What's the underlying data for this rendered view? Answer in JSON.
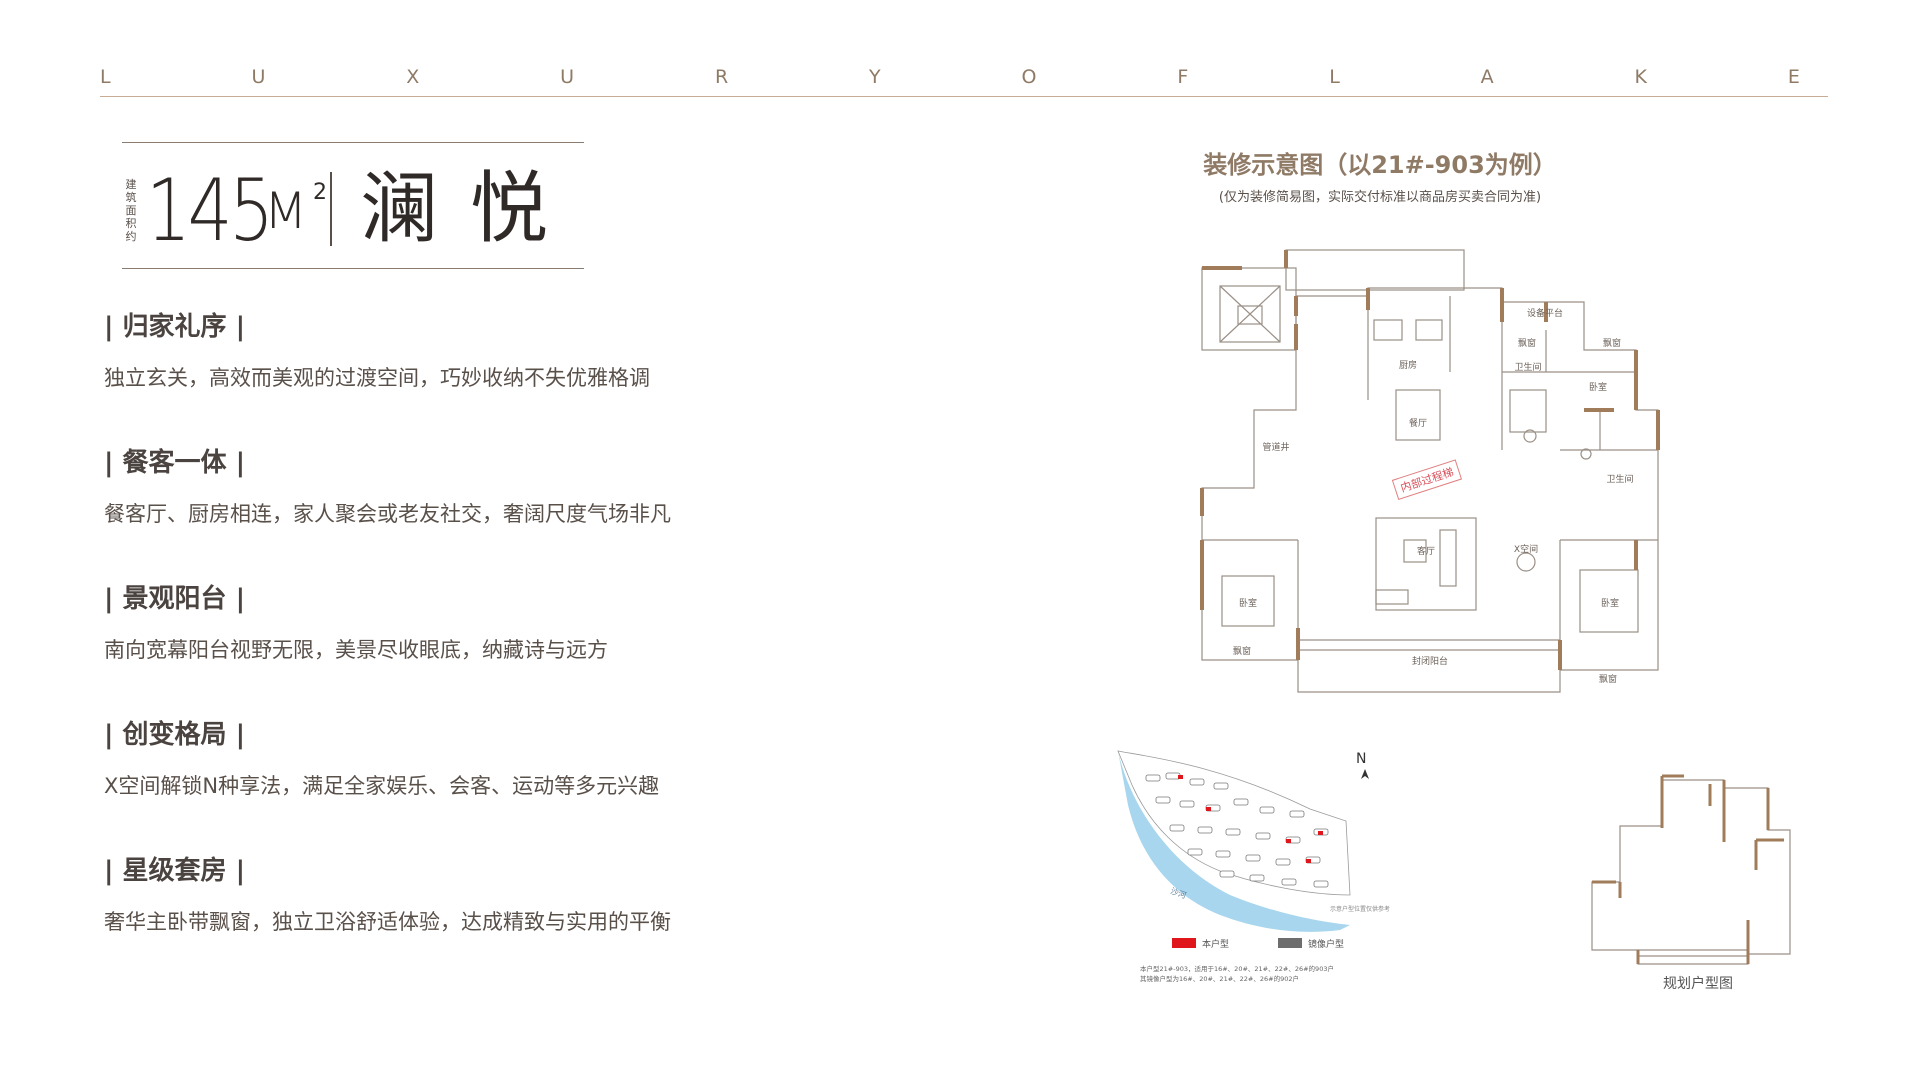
{
  "header": {
    "letters": [
      "L",
      "U",
      "X",
      "U",
      "R",
      "Y",
      "O",
      "F",
      "L",
      "A",
      "K",
      "E"
    ]
  },
  "title": {
    "area_caption": "建筑面积约",
    "area_number": "145",
    "area_unit": "M",
    "area_sup": "2",
    "model_name": "澜悦"
  },
  "features": [
    {
      "title": "| 归家礼序 |",
      "desc": "独立玄关，高效而美观的过渡空间，巧妙收纳不失优雅格调"
    },
    {
      "title": "| 餐客一体 |",
      "desc": "餐客厅、厨房相连，家人聚会或老友社交，奢阔尺度气场非凡"
    },
    {
      "title": "| 景观阳台 |",
      "desc": "南向宽幕阳台视野无限，美景尽收眼底，纳藏诗与远方"
    },
    {
      "title": "| 创变格局 |",
      "desc": "X空间解锁N种享法，满足全家娱乐、会客、运动等多元兴趣"
    },
    {
      "title": "| 星级套房 |",
      "desc": "奢华主卧带飘窗，独立卫浴舒适体验，达成精致与实用的平衡"
    }
  ],
  "floorplan": {
    "title": "装修示意图（以21#-903为例）",
    "note": "(仅为装修简易图，实际交付标准以商品房买卖合同为准)",
    "rooms": {
      "equipment": "设备平台",
      "kitchen": "厨房",
      "bay1": "飘窗",
      "bay2": "飘窗",
      "bath1": "卫生间",
      "bed1": "卧室",
      "dining": "餐厅",
      "pipe": "管道井",
      "stair_label": "内部过程梯",
      "bath2": "卫生间",
      "living": "客厅",
      "xspace": "X空间",
      "bed2": "卧室",
      "bed3": "卧室",
      "bay3": "飘窗",
      "balcony": "封闭阳台",
      "bay4": "飘窗"
    }
  },
  "siteplan": {
    "north": "N",
    "river": "沙河",
    "note": "示意户型位置仅供参考",
    "legend_own": "本户型",
    "legend_mirror": "镜像户型",
    "footnote1": "本户型21#-903，适用于16#、20#、21#、22#、26#的903户",
    "footnote2": "其镜像户型为16#、20#、21#、22#、26#的902户",
    "own_color": "#e0161d",
    "mirror_color": "#6d6d6d",
    "river_color": "#a7d6ee"
  },
  "planning": {
    "caption": "规划户型图"
  }
}
